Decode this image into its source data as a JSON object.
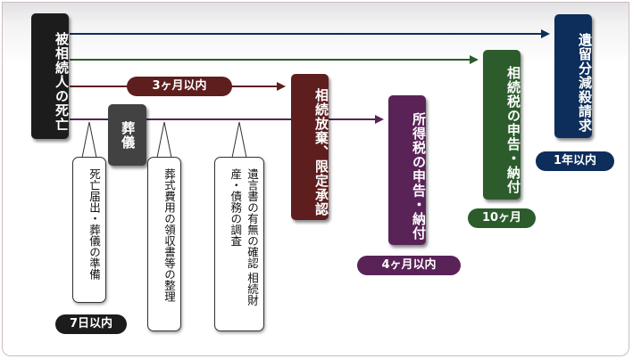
{
  "start": {
    "label": "被相続人の死亡"
  },
  "funeral": {
    "label": "葬儀"
  },
  "steps": {
    "renunciation": {
      "label": "相続放棄、限定承認",
      "deadline": "3ヶ月以内"
    },
    "income_tax": {
      "label": "所得税の申告・納付",
      "deadline": "4ヶ月以内"
    },
    "inheritance_tax": {
      "label": "相続税の申告・納付",
      "deadline": "10ヶ月"
    },
    "legal_reserve": {
      "label": "遺留分減殺請求",
      "deadline": "1年以内"
    }
  },
  "notes": {
    "death_report": {
      "text": "死亡届出・葬儀の準備",
      "deadline": "7日以内"
    },
    "receipts": {
      "text": "葬式費用の領収書等の整理"
    },
    "will_survey": {
      "line1": "遺言書の有無の確認",
      "line2": "相続財産・債務の調査"
    }
  },
  "colors": {
    "navy": "#0d2e5a",
    "green": "#2c5c2c",
    "maroon": "#5e1e1e",
    "purple": "#5a2358",
    "dark": "#1c1c1c",
    "gray": "#424242"
  }
}
